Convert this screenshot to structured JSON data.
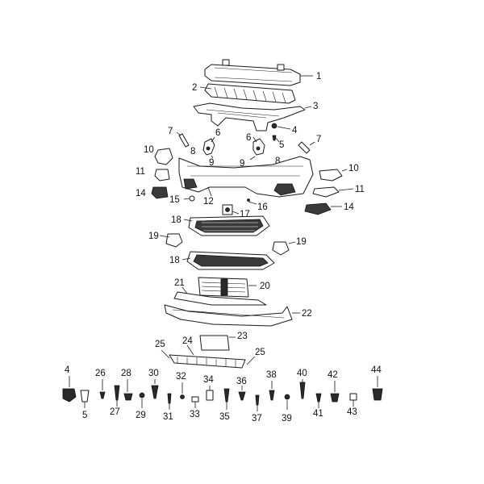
{
  "callouts": {
    "c1": "1",
    "c2": "2",
    "c3": "3",
    "c4": "4",
    "c5": "5",
    "c6": "6",
    "c7": "7",
    "c8": "8",
    "c9": "9",
    "c10": "10",
    "c11": "11",
    "c12": "12",
    "c14": "14",
    "c15": "15",
    "c16": "16",
    "c17": "17",
    "c18": "18",
    "c19": "19",
    "c20": "20",
    "c21": "21",
    "c22": "22",
    "c23": "23",
    "c24": "24",
    "c25": "25",
    "c26": "26",
    "c27": "27",
    "c28": "28",
    "c29": "29",
    "c30": "30",
    "c31": "31",
    "c32": "32",
    "c33": "33",
    "c34": "34",
    "c35": "35",
    "c36": "36",
    "c37": "37",
    "c38": "38",
    "c39": "39",
    "c40": "40",
    "c41": "41",
    "c42": "42",
    "c43": "43",
    "c44": "44"
  }
}
